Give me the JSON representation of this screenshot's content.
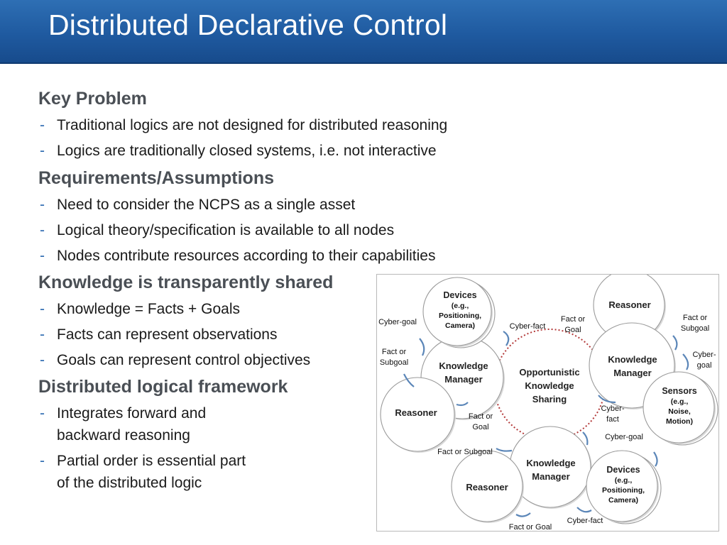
{
  "slide": {
    "title": "Distributed Declarative Control"
  },
  "sections": [
    {
      "heading": "Key Problem",
      "bullets": [
        [
          "Traditional logics are not designed for distributed reasoning"
        ],
        [
          "Logics are traditionally closed systems, i.e. not interactive"
        ]
      ]
    },
    {
      "heading": "Requirements/Assumptions",
      "bullets": [
        [
          "Need to consider the NCPS as a single asset"
        ],
        [
          "Logical theory/specification is available to all nodes"
        ],
        [
          "Nodes contribute resources according to their capabilities"
        ]
      ]
    },
    {
      "heading": "Knowledge is transparently shared",
      "bullets": [
        [
          "Knowledge = Facts + Goals"
        ],
        [
          "Facts can represent observations"
        ],
        [
          "Goals can represent control objectives"
        ]
      ]
    },
    {
      "heading": "Distributed logical framework",
      "bullets": [
        [
          "Integrates forward and",
          "backward reasoning"
        ],
        [
          "Partial order is essential part",
          "of the distributed logic"
        ]
      ]
    }
  ],
  "bullet_marker": "-",
  "diagram": {
    "center": [
      "Opportunistic",
      "Knowledge",
      "Sharing"
    ],
    "nodes": {
      "devices_top": [
        "Devices",
        "(e.g.,",
        "Positioning,",
        "Camera)"
      ],
      "km_left": [
        "Knowledge",
        "Manager"
      ],
      "reasoner_left": [
        "Reasoner"
      ],
      "reasoner_top_right": [
        "Reasoner"
      ],
      "km_right": [
        "Knowledge",
        "Manager"
      ],
      "sensors": [
        "Sensors",
        "(e.g.,",
        "Noise,",
        "Motion)"
      ],
      "km_bottom": [
        "Knowledge",
        "Manager"
      ],
      "reasoner_bottom": [
        "Reasoner"
      ],
      "devices_bottom": [
        "Devices",
        "(e.g.,",
        "Positioning,",
        "Camera)"
      ]
    },
    "edges": {
      "cyber_goal_tl": "Cyber-goal",
      "cyber_fact_tl": "Cyber-fact",
      "fact_subgoal_left": [
        "Fact or",
        "Subgoal"
      ],
      "fact_goal_left": [
        "Fact or",
        "Goal"
      ],
      "fact_goal_top_right": [
        "Fact or",
        "Goal"
      ],
      "fact_subgoal_right": [
        "Fact or",
        "Subgoal"
      ],
      "cyber_goal_right": [
        "Cyber-",
        "goal"
      ],
      "cyber_fact_right": [
        "Cyber-",
        "fact"
      ],
      "cyber_goal_bottom": "Cyber-goal",
      "fact_subgoal_bottom": "Fact or Subgoal",
      "fact_goal_bottom": "Fact or Goal",
      "cyber_fact_bottom": "Cyber-fact"
    },
    "colors": {
      "center_dotted": "#b33a3a",
      "arrow": "#5b86b8"
    }
  }
}
